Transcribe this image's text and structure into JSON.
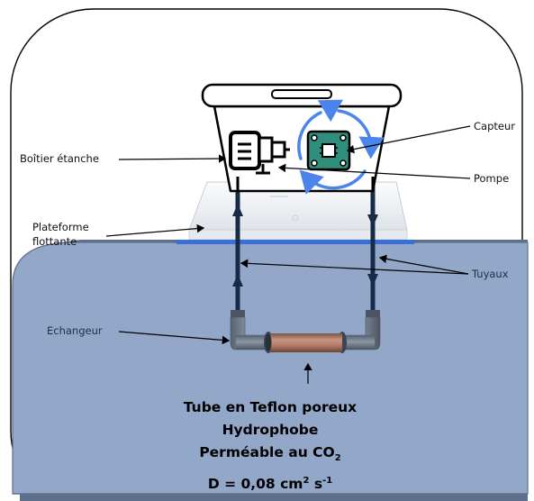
{
  "labels": {
    "boitier": "Boîtier étanche",
    "capteur": "Capteur",
    "pompe": "Pompe",
    "plateforme_line1": "Plateforme",
    "plateforme_line2": "flottante",
    "tuyaux": "Tuyaux",
    "echangeur": "Echangeur"
  },
  "description": {
    "line1": "Tube en Teflon poreux",
    "line2": "Hydrophobe",
    "line3_prefix": "Perméable au CO",
    "line3_sub": "2",
    "line4_prefix": "D = 0,08 cm",
    "line4_sup1": "2",
    "line4_mid": " s",
    "line4_sup2": "-1"
  },
  "colors": {
    "water": "#93a7c9",
    "water_edge": "#5e6f8c",
    "pipe": "#172a47",
    "exchanger_tube": "#b07a66",
    "exchanger_elbow": "#6f7a89",
    "sensor_board": "#2f8f7c",
    "rotation_arrows": "#4b84ea",
    "platform_top": "#eef1f5",
    "platform_strip": "#3a6fd8"
  }
}
